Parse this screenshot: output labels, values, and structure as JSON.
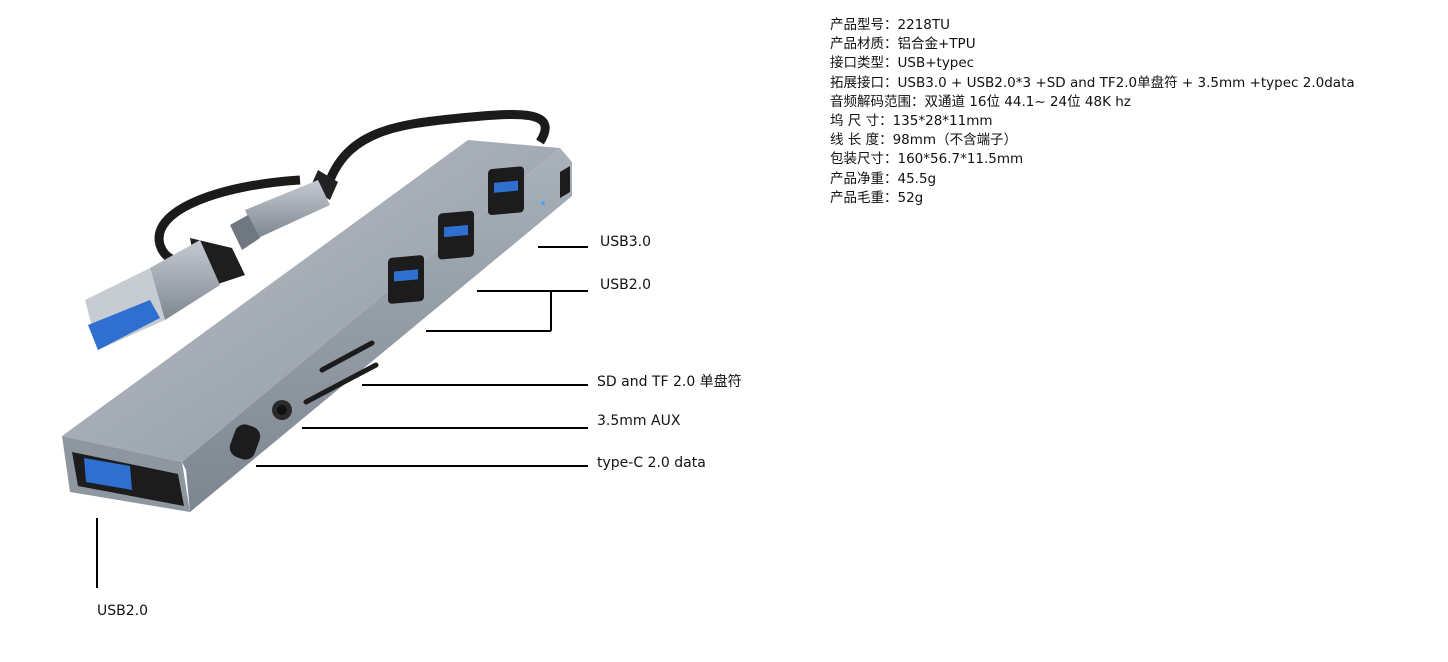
{
  "labels": {
    "usb30": "USB3.0",
    "usb20_right": "USB2.0",
    "sd_tf": "SD and TF 2.0 单盘符",
    "aux": "3.5mm AUX",
    "typec": "type-C 2.0 data",
    "usb20_bottom": "USB2.0"
  },
  "specs": [
    {
      "key": "产品型号：",
      "value": "2218TU"
    },
    {
      "key": "产品材质：",
      "value": "铝合金+TPU"
    },
    {
      "key": "接口类型：",
      "value": "USB+typec"
    },
    {
      "key": "拓展接口：",
      "value": "USB3.0 + USB2.0*3 +SD and TF2.0单盘符 + 3.5mm +typec 2.0data"
    },
    {
      "key": "音频解码范围：",
      "value": "双通道 16位 44.1~ 24位 48K hz"
    },
    {
      "key": "坞 尺 寸：",
      "value": "135*28*11mm"
    },
    {
      "key": "线 长 度：",
      "value": "98mm（不含端子）"
    },
    {
      "key": "包装尺寸：",
      "value": "160*56.7*11.5mm"
    },
    {
      "key": "产品净重：",
      "value": "45.5g"
    },
    {
      "key": "产品毛重：",
      "value": "52g"
    }
  ],
  "colors": {
    "usb3_blue": "#2f6fd0",
    "body": "#9aa3ad",
    "line": "#000000"
  }
}
